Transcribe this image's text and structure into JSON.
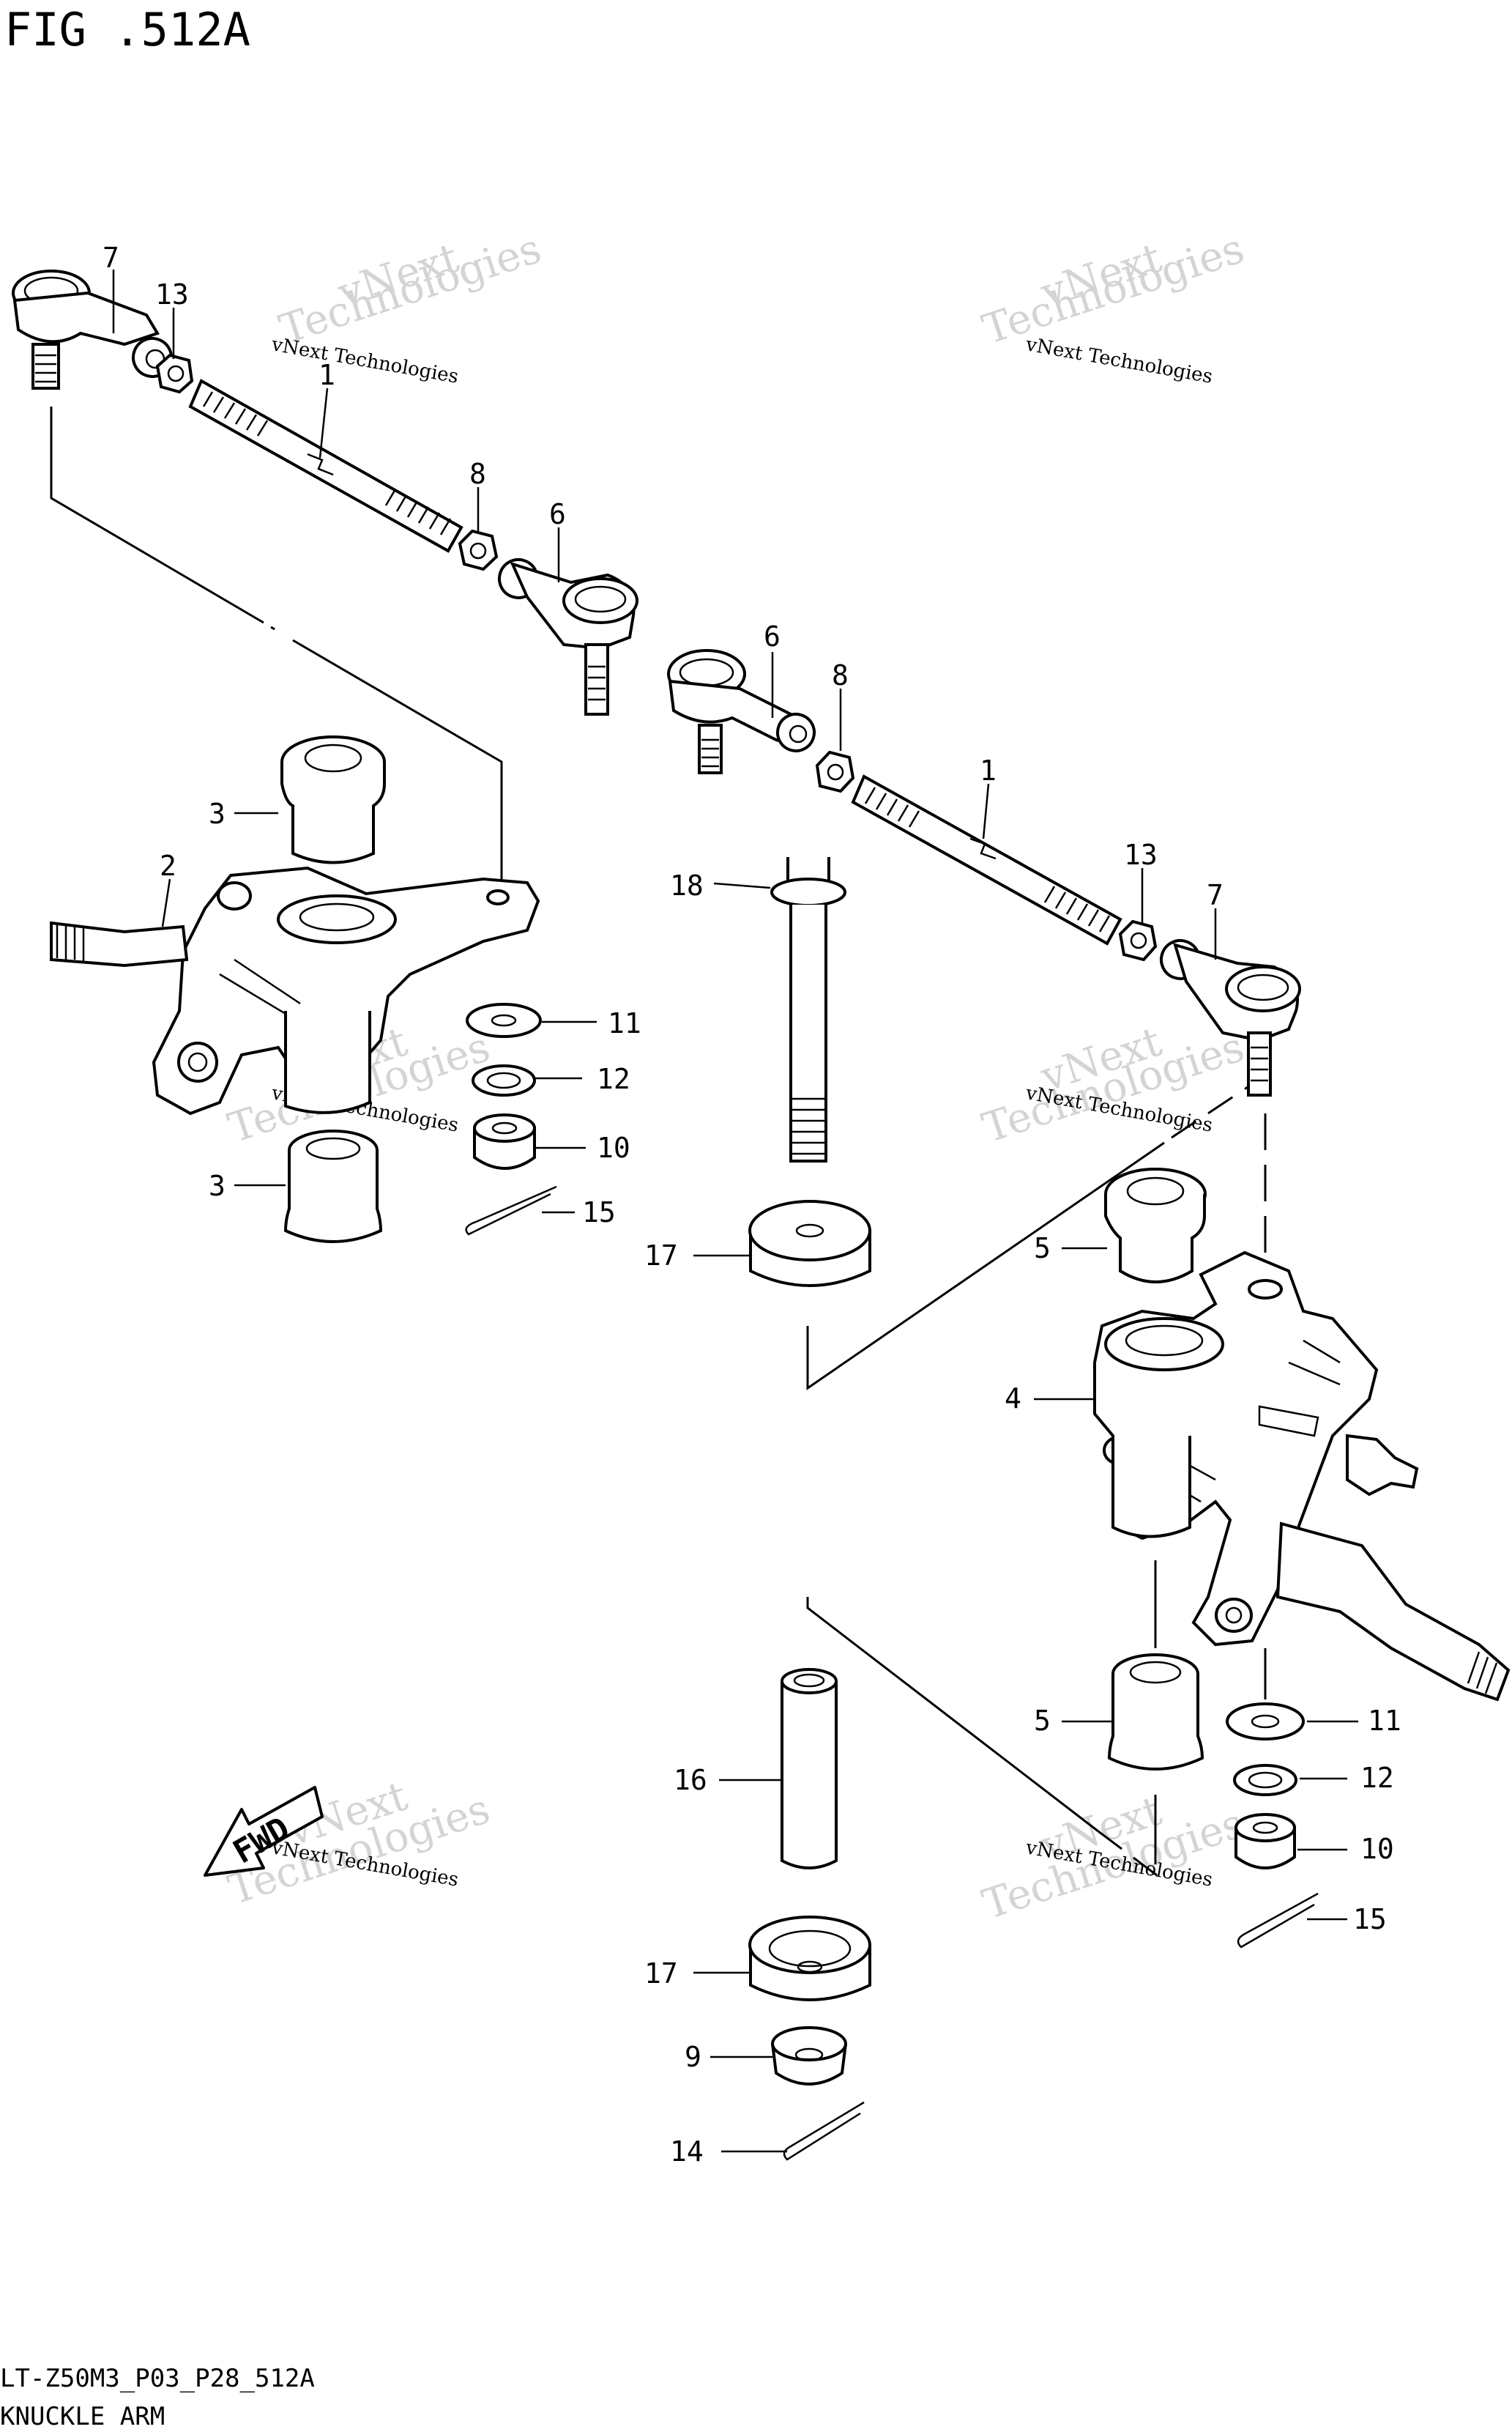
{
  "header": {
    "figure_title": "FIG .512A"
  },
  "footer": {
    "model_code": "LT-Z50M3_P03_P28_512A",
    "section_name": "KNUCKLE ARM"
  },
  "watermark": {
    "line1": "vNext Technologies",
    "line2": "vNext",
    "line3": "Technologies"
  },
  "direction_label": "FWD",
  "callouts": {
    "left_tie_rod": "1",
    "right_tie_rod": "1",
    "knuckle_left": "2",
    "bushing_upper_left": "3",
    "bushing_lower_left": "3",
    "knuckle_right": "4",
    "bushing_upper_right": "5",
    "bushing_lower_right": "5",
    "tie_rod_end_inner_left": "6",
    "tie_rod_end_inner_right": "6",
    "tie_rod_end_outer_left": "7",
    "tie_rod_end_outer_right": "7",
    "nut_inner_left": "8",
    "nut_inner_right": "8",
    "nut_bottom": "9",
    "castle_nut_left": "10",
    "castle_nut_right": "10",
    "washer_left": "11",
    "washer_right": "11",
    "spacer_left": "12",
    "spacer_right": "12",
    "nut_outer_left": "13",
    "nut_outer_right": "13",
    "cotter_pin_bottom": "14",
    "cotter_pin_left": "15",
    "cotter_pin_right": "15",
    "pipe": "16",
    "collar_upper": "17",
    "collar_lower": "17",
    "bolt": "18"
  },
  "colors": {
    "line": "#000000",
    "watermark": "#d4d4d4",
    "background": "#ffffff"
  }
}
